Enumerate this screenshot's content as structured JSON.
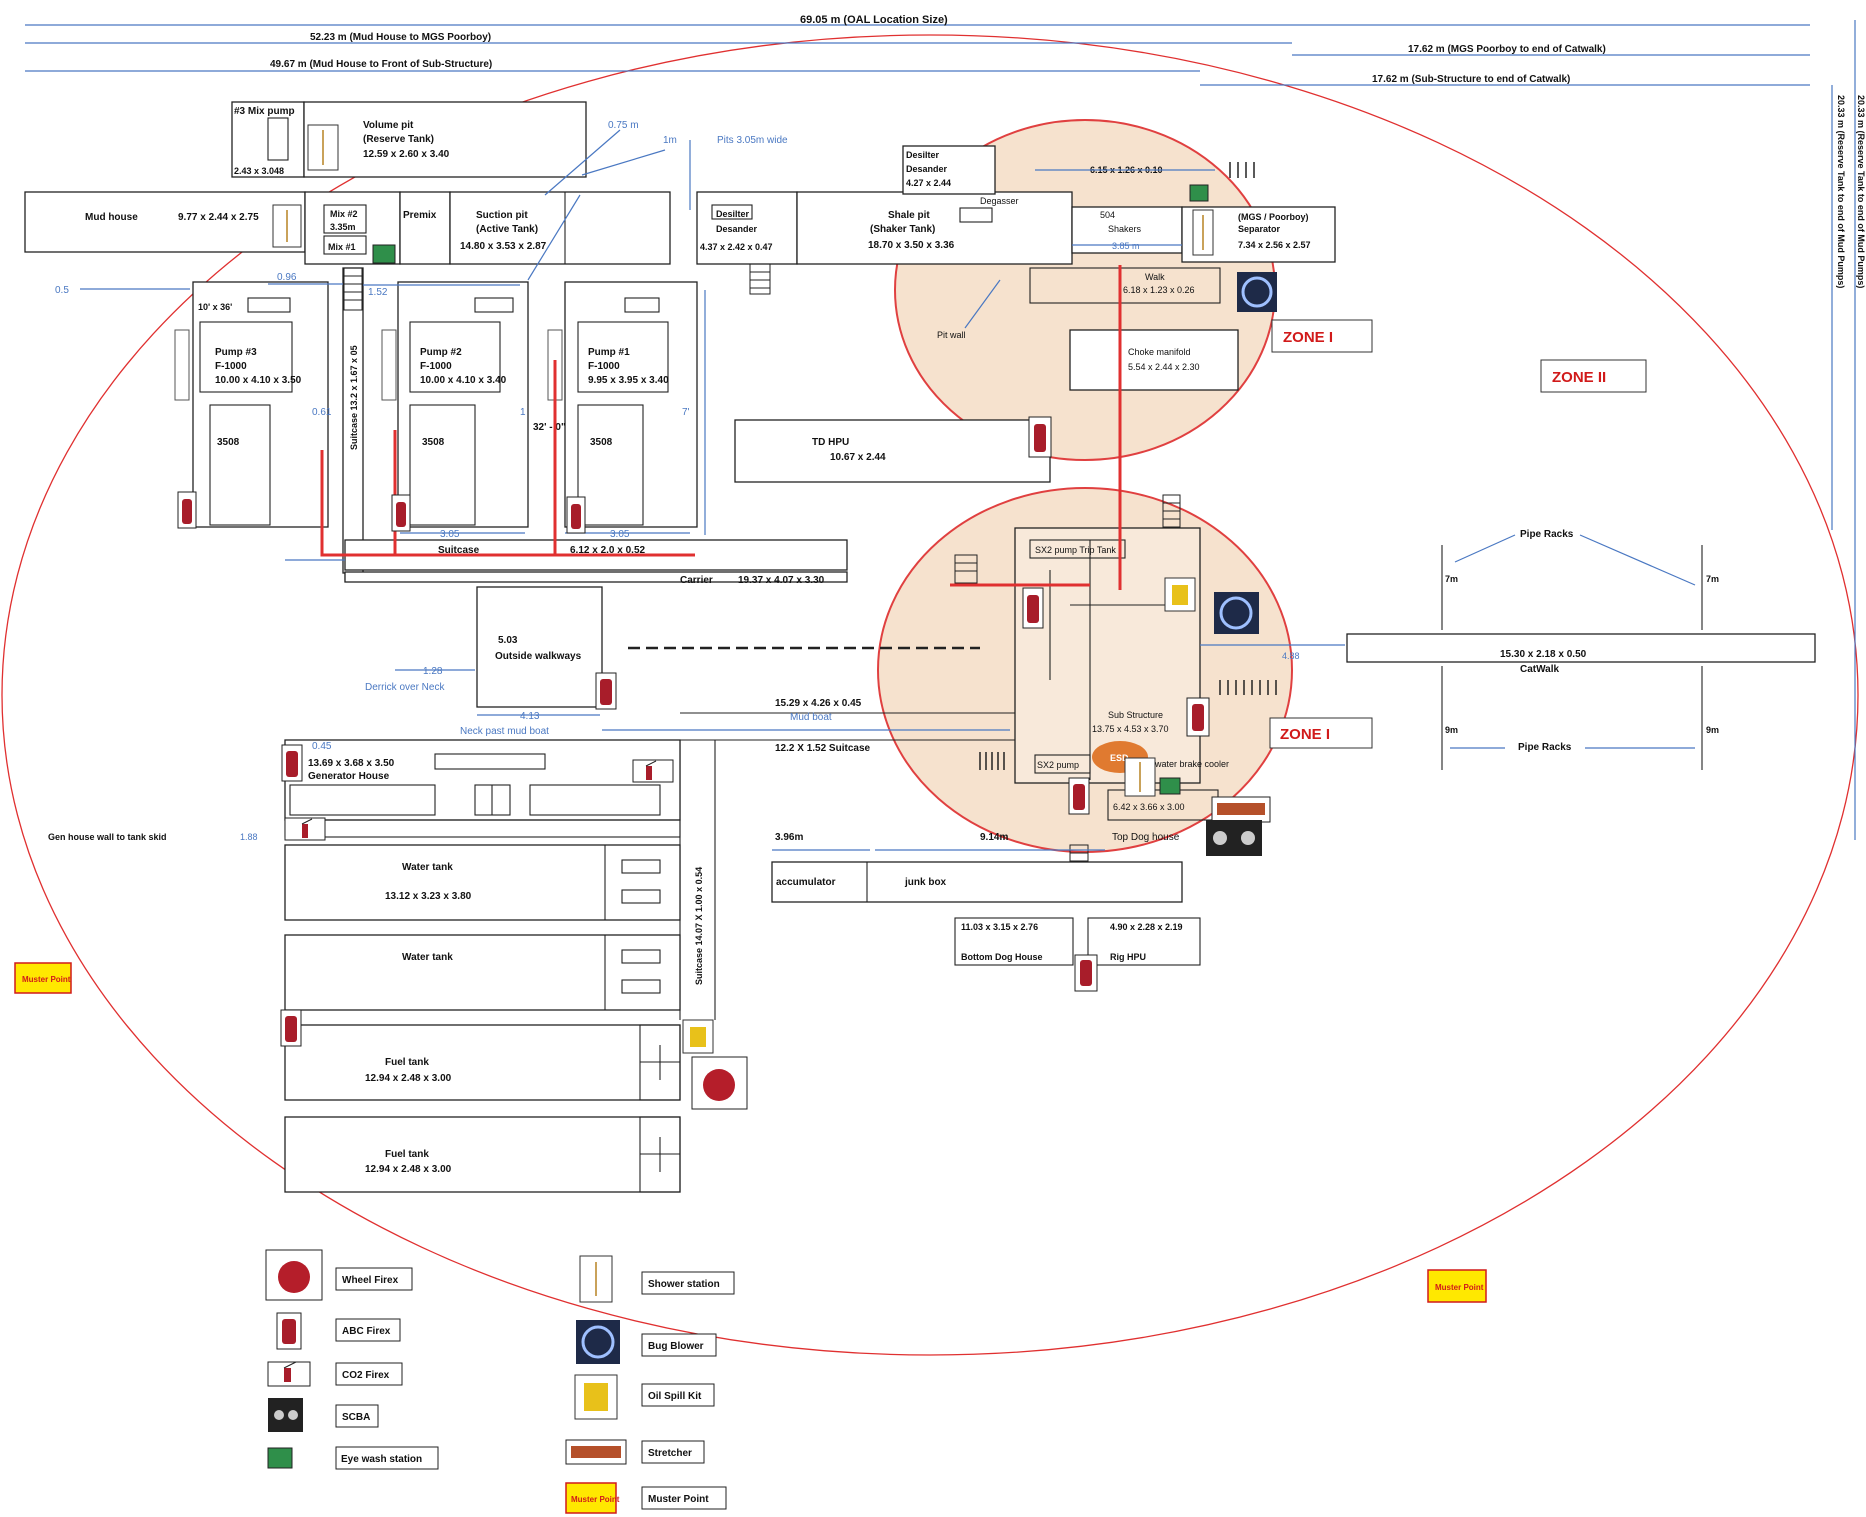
{
  "dimensions": {
    "overall": "69.05 m (OAL Location Size)",
    "mud_to_mgs": "52.23 m (Mud House to MGS Poorboy)",
    "mgs_to_catwalk": "17.62 m (MGS Poorboy to end of Catwalk)",
    "mud_to_substructure": "49.67 m (Mud House to Front of Sub-Structure)",
    "sub_to_catwalk": "17.62 m (Sub-Structure to end of Catwalk)",
    "vert_reserve_to_pumps": "20.33 m (Reserve Tank to end of Mud Pumps)",
    "vert_right": "20.33 m (Reserve Tank to end of Mud Pumps)",
    "d_075": "0.75 m",
    "d_1m": "1m",
    "pits_wide": "Pits 3.05m wide",
    "d_096": "0.96",
    "d_05": "0.5",
    "d_152": "1.52",
    "d_061": "0.61",
    "d_1": "1",
    "d_7": "7'",
    "d_305a": "3.05",
    "d_305b": "3.05",
    "d_128": "1.28",
    "derrick_neck": "Derrick over Neck",
    "d_413": "4.13",
    "neck_mud": "Neck past mud boat",
    "d_045": "0.45",
    "d_188": "1.88",
    "gen_wall": "Gen house wall to tank skid",
    "d_396": "3.96m",
    "d_914": "9.14m",
    "d_488": "4.88",
    "d_385": "3.85 m",
    "mud_boat_lbl": "Mud boat",
    "pipe_7m_l": "7m",
    "pipe_7m_r": "7m",
    "pipe_9m_l": "9m",
    "pipe_9m_r": "9m",
    "d_615": "6.15 x 1.26 x 0.10"
  },
  "equipment": {
    "mix3_title": "#3 Mix pump",
    "mix3_dims": "2.43 x 3.048",
    "volume_pit": "Volume pit",
    "reserve_tank": "(Reserve Tank)",
    "volume_dims": "12.59 x 2.60 x 3.40",
    "mud_house": "Mud house",
    "mud_house_dims": "9.77 x 2.44 x 2.75",
    "mix2": "Mix #2",
    "mix2_dim": "3.35m",
    "mix1": "Mix #1",
    "premix": "Premix",
    "suction_pit": "Suction pit",
    "active_tank": "(Active Tank)",
    "suction_dims": "14.80 x 3.53 x 2.87",
    "desilter1": "Desilter",
    "desander1": "Desander",
    "desilter1_dims": "4.37 x 2.42 x 0.47",
    "desilter2": "Desilter",
    "desander2": "Desander",
    "desilter2_dims": "4.27 x 2.44",
    "shale_pit": "Shale pit",
    "shaker_tank": "(Shaker Tank)",
    "shale_dims": "18.70 x 3.50 x 3.36",
    "degasser": "Degasser",
    "shakers_num": "504",
    "shakers": "Shakers",
    "mgs": "(MGS / Poorboy)",
    "separator": "Separator",
    "mgs_dims": "7.34 x 2.56 x 2.57",
    "walk": "Walk",
    "walk_dims": "6.18 x 1.23 x 0.26",
    "pit_wall": "Pit wall",
    "choke": "Choke manifold",
    "choke_dims": "5.54 x 2.44 x 2.30",
    "pump3": "Pump #3",
    "pump3_model": "F-1000",
    "pump3_dims": "10.00 x 4.10 x 3.50",
    "pump2": "Pump #2",
    "pump2_model": "F-1000",
    "pump2_dims": "10.00 x 4.10 x 3.40",
    "pump1": "Pump #1",
    "pump1_model": "F-1000",
    "pump1_dims": "9.95 x 3.95 x 3.40",
    "engine1": "3508",
    "engine2": "3508",
    "engine3": "3508",
    "size_10x36": "10' x 36'",
    "suitcase_v": "Suitcase 13.2 x 1.67 x 05",
    "size_32": "32' - 0\"",
    "suitcase_h": "Suitcase",
    "suitcase_h_dims": "6.12 x 2.0 x 0.52",
    "td_hpu": "TD HPU",
    "td_hpu_dims": "10.67 x 2.44",
    "carrier": "Carrier",
    "carrier_dims": "19.37 x 4.07 x 3.30",
    "walkway_num": "5.03",
    "walkway": "Outside walkways",
    "trip_tank": "SX2 pump Trip Tank",
    "sub_structure": "Sub Structure",
    "sub_dims": "13.75 x 4.53 x 3.70",
    "mudboat_dims": "15.29 x 4.26 x 0.45",
    "suitcase2": "12.2 X 1.52 Suitcase",
    "sx2_pump": "SX2 pump",
    "water_brake": "water brake cooler",
    "wbc_dims": "6.42 x 3.66 x 3.00",
    "top_dog": "Top Dog house",
    "catwalk_dims": "15.30 x 2.18 x 0.50",
    "catwalk": "CatWalk",
    "pipe_racks_top": "Pipe Racks",
    "pipe_racks_bot": "Pipe Racks",
    "gen_dims": "13.69 x 3.68 x 3.50",
    "gen_house": "Generator House",
    "water_tank1": "Water tank",
    "water_tank1_dims": "13.12 x 3.23 x 3.80",
    "water_tank2": "Water tank",
    "suitcase3": "Suitcase 14.07 X 1.00 x 0.54",
    "fuel1": "Fuel tank",
    "fuel1_dims": "12.94 x 2.48 x 3.00",
    "fuel2": "Fuel tank",
    "fuel2_dims": "12.94 x 2.48 x 3.00",
    "accumulator": "accumulator",
    "junk_box": "junk box",
    "bottom_dims": "11.03 x 3.15 x 2.76",
    "bottom_dog": "Bottom Dog House",
    "rig_hpu_dims": "4.90 x 2.28 x 2.19",
    "rig_hpu": "Rig HPU",
    "esd": "ESD"
  },
  "zones": {
    "zone1_top": "ZONE I",
    "zone1_bot": "ZONE I",
    "zone2": "ZONE II"
  },
  "muster": {
    "left": "Muster Point",
    "right": "Muster Point",
    "legend": "Muster Point"
  },
  "legend": {
    "wheel_firex": "Wheel Firex",
    "abc_firex": "ABC Firex",
    "co2_firex": "CO2 Firex",
    "scba": "SCBA",
    "eye_wash": "Eye wash station",
    "shower": "Shower station",
    "bug_blower": "Bug Blower",
    "oil_spill": "Oil Spill Kit",
    "stretcher": "Stretcher",
    "muster": "Muster Point"
  },
  "colors": {
    "pipe": "#e03030",
    "zone_fill": "#f3d8bd",
    "dimension": "#4a78c2",
    "muster_fill": "#ffe800",
    "zone_text": "#d11a1a"
  }
}
